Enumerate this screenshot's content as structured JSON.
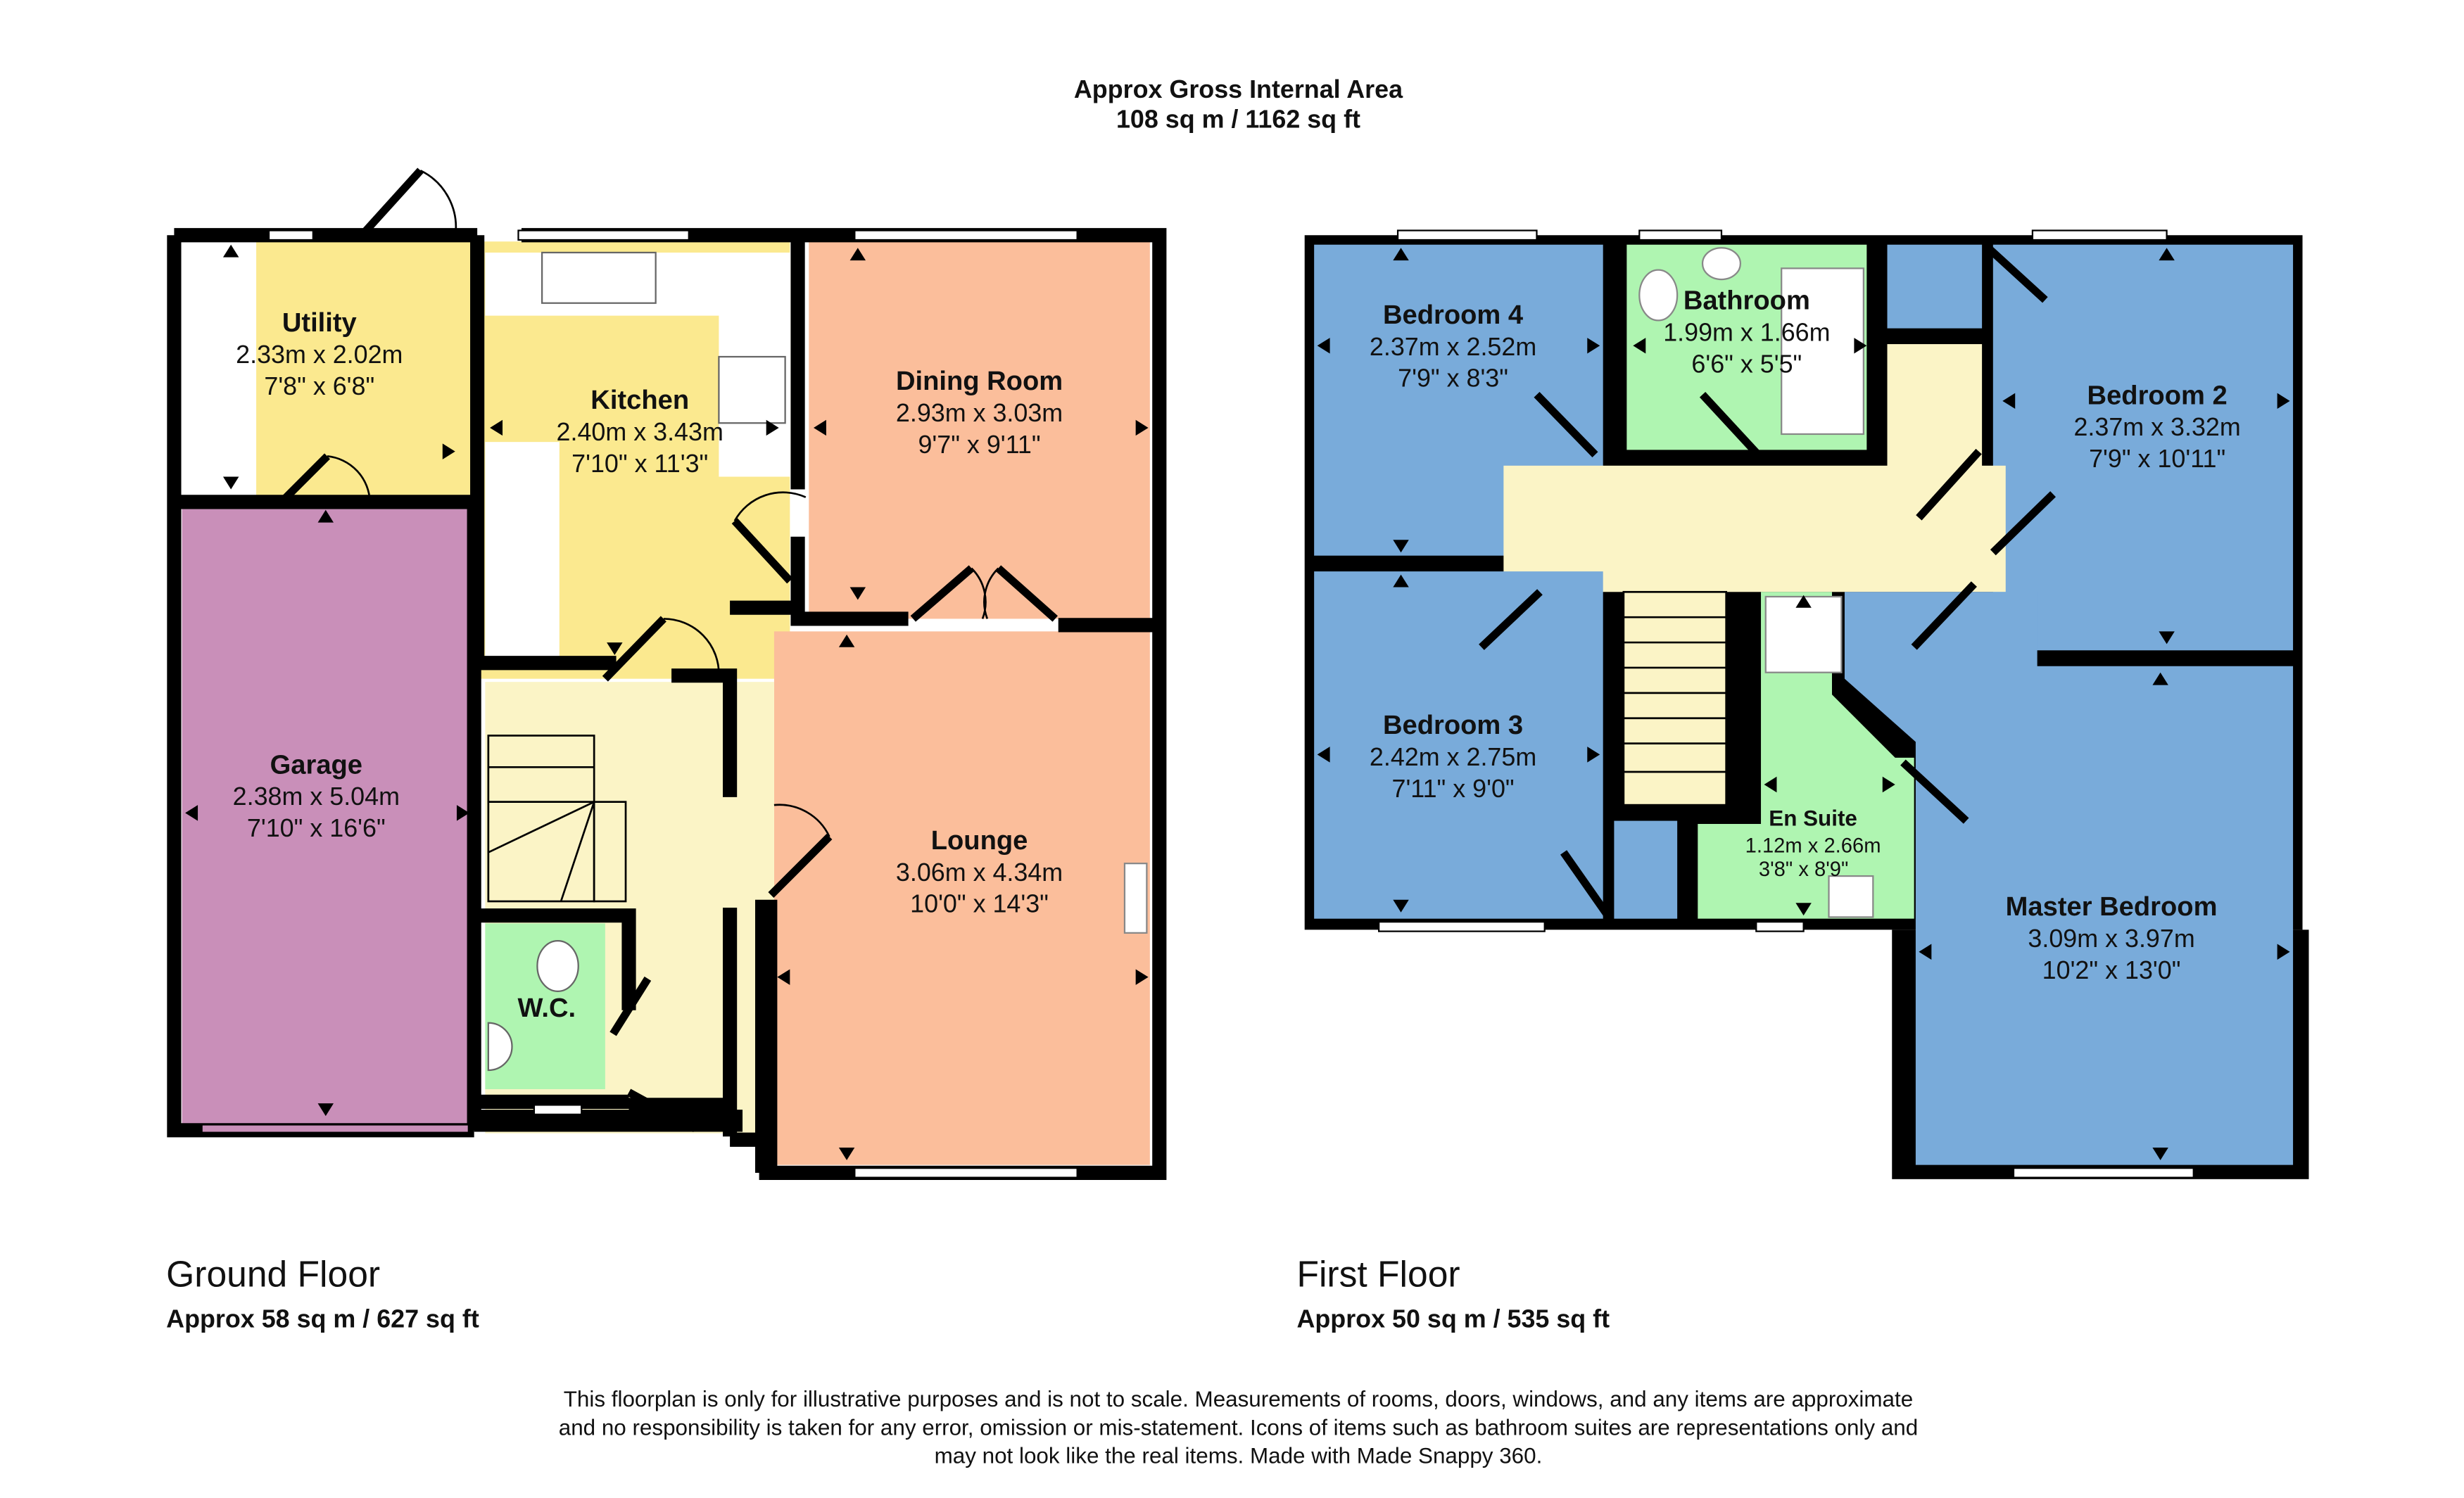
{
  "header": {
    "title": "Approx Gross Internal Area",
    "area": "108 sq m / 1162 sq ft"
  },
  "colors": {
    "utility_kitchen": "#FBE98F",
    "garage": "#C98FB9",
    "living": "#FBBE9B",
    "hall": "#FBF4C6",
    "wet_room": "#AFF5B1",
    "bedroom": "#79ABDA",
    "wall": "#000000"
  },
  "ground_floor": {
    "label": "Ground Floor",
    "area": "Approx 58 sq m / 627 sq ft",
    "rooms": {
      "utility": {
        "name": "Utility",
        "metric": "2.33m x 2.02m",
        "imperial": "7'8\" x 6'8\""
      },
      "kitchen": {
        "name": "Kitchen",
        "metric": "2.40m x 3.43m",
        "imperial": "7'10\" x 11'3\""
      },
      "dining": {
        "name": "Dining Room",
        "metric": "2.93m x 3.03m",
        "imperial": "9'7\" x 9'11\""
      },
      "garage": {
        "name": "Garage",
        "metric": "2.38m x 5.04m",
        "imperial": "7'10\" x 16'6\""
      },
      "lounge": {
        "name": "Lounge",
        "metric": "3.06m x 4.34m",
        "imperial": "10'0\" x 14'3\""
      },
      "wc": {
        "name": "W.C."
      }
    }
  },
  "first_floor": {
    "label": "First Floor",
    "area": "Approx 50 sq m / 535 sq ft",
    "rooms": {
      "bedroom4": {
        "name": "Bedroom 4",
        "metric": "2.37m x 2.52m",
        "imperial": "7'9\" x 8'3\""
      },
      "bathroom": {
        "name": "Bathroom",
        "metric": "1.99m x 1.66m",
        "imperial": "6'6\" x 5'5\""
      },
      "bedroom2": {
        "name": "Bedroom 2",
        "metric": "2.37m x 3.32m",
        "imperial": "7'9\" x 10'11\""
      },
      "bedroom3": {
        "name": "Bedroom 3",
        "metric": "2.42m x 2.75m",
        "imperial": "7'11\" x 9'0\""
      },
      "ensuite": {
        "name": "En Suite",
        "metric": "1.12m x 2.66m",
        "imperial": "3'8\" x 8'9\""
      },
      "master": {
        "name": "Master Bedroom",
        "metric": "3.09m x 3.97m",
        "imperial": "10'2\" x 13'0\""
      }
    }
  },
  "disclaimer": {
    "line1": "This floorplan is only for illustrative purposes and is not to scale. Measurements of rooms, doors, windows, and any items are approximate",
    "line2": "and no responsibility is taken for any error, omission or mis-statement. Icons of items such as bathroom suites are representations only and",
    "line3": "may not look like the real items. Made with Made Snappy 360."
  }
}
